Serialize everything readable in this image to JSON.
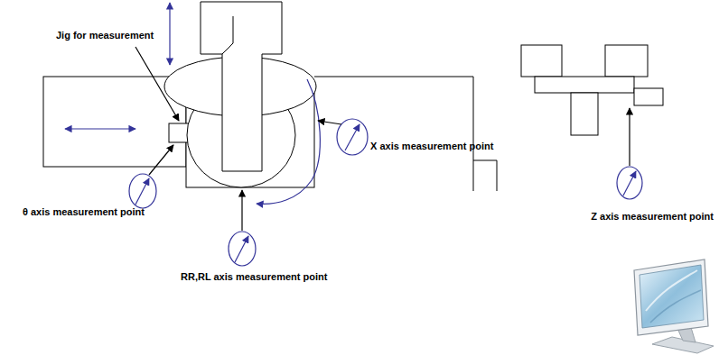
{
  "diagram": {
    "labels": [
      "Jig for measurement",
      "X axis measurement point",
      "θ axis measurement point",
      "RR,RL axis measurement point",
      "Z axis measurement point"
    ]
  }
}
